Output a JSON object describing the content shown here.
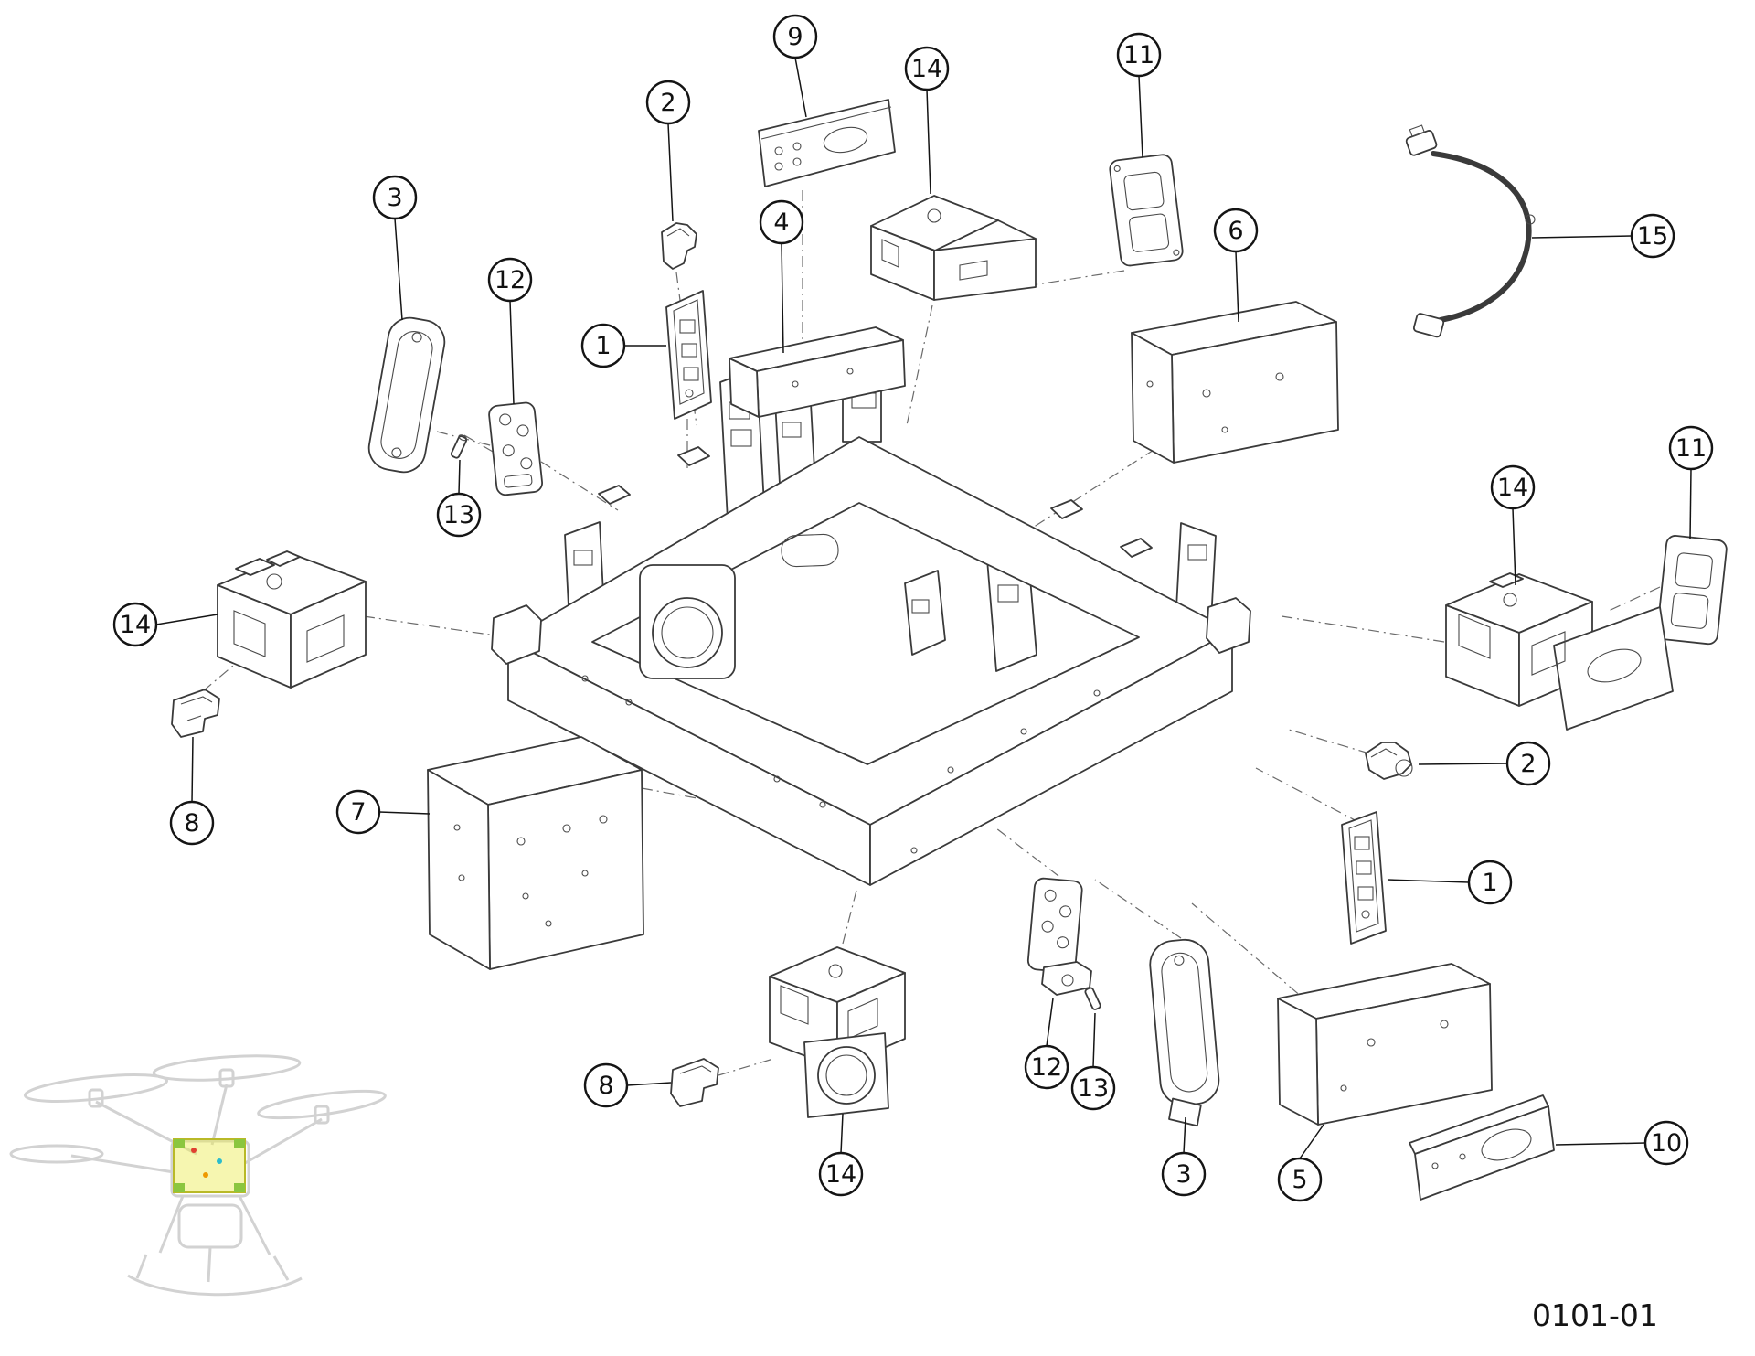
{
  "diagram": {
    "drawing_number": "0101-01",
    "style": {
      "line_color": "#3a3a3a",
      "highlight_fill": "#ebeb50",
      "highlight_accent": "#8bc63f"
    },
    "callouts": [
      {
        "label": "9"
      },
      {
        "label": "2"
      },
      {
        "label": "14"
      },
      {
        "label": "11"
      },
      {
        "label": "3"
      },
      {
        "label": "12"
      },
      {
        "label": "1"
      },
      {
        "label": "4"
      },
      {
        "label": "6"
      },
      {
        "label": "15"
      },
      {
        "label": "13"
      },
      {
        "label": "14"
      },
      {
        "label": "11"
      },
      {
        "label": "14"
      },
      {
        "label": "8"
      },
      {
        "label": "7"
      },
      {
        "label": "2"
      },
      {
        "label": "1"
      },
      {
        "label": "8"
      },
      {
        "label": "14"
      },
      {
        "label": "12"
      },
      {
        "label": "13"
      },
      {
        "label": "3"
      },
      {
        "label": "5"
      },
      {
        "label": "10"
      }
    ]
  }
}
